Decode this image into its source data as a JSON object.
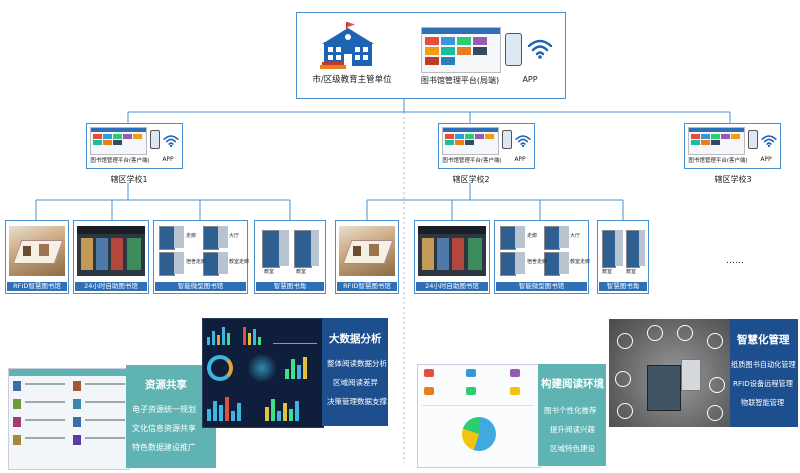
{
  "top": {
    "authority_label": "市/区级教育主管单位",
    "platform_label": "图书馆管理平台(局端)",
    "app_label": "APP"
  },
  "schools": [
    {
      "label": "辖区学校1",
      "platform_label": "图书馆管理平台(客户端)",
      "app_label": "APP"
    },
    {
      "label": "辖区学校2",
      "platform_label": "图书馆管理平台(客户端)",
      "app_label": "APP"
    },
    {
      "label": "辖区学校3",
      "platform_label": "图书馆管理平台(客户端)",
      "app_label": "APP"
    }
  ],
  "modules": {
    "rfid": "RFID智慧图书馆",
    "self_service": "24小时自助图书馆",
    "smart_room": "智能微型图书馆",
    "smart_corner": "智慧图书角",
    "room_tags": [
      "走廊",
      "大厅",
      "宿舍走廊",
      "教室走廊"
    ],
    "corner_tags": [
      "教室",
      "教室"
    ]
  },
  "ellipsis": "……",
  "panels": {
    "resource": {
      "title": "资源共享",
      "items": [
        "电子资源统一规划",
        "文化信息资源共享",
        "特色数据建设推广"
      ]
    },
    "bigdata": {
      "title": "大数据分析",
      "items": [
        "整体阅读数据分析",
        "区域阅读差异",
        "决策管理数据支撑"
      ]
    },
    "reading": {
      "title": "构建阅读环境",
      "items": [
        "图书个性化推荐",
        "提升阅读兴趣",
        "区域特色建设"
      ]
    },
    "smart": {
      "title": "智慧化管理",
      "items": [
        "纸质图书自动化管理",
        "RFID设备远程管理",
        "物联智能管理"
      ]
    }
  },
  "colors": {
    "line": "#4a8fd0",
    "bar": "#2f6fb5",
    "teal": "#5fb3b3",
    "navy": "#1d4f8f"
  }
}
